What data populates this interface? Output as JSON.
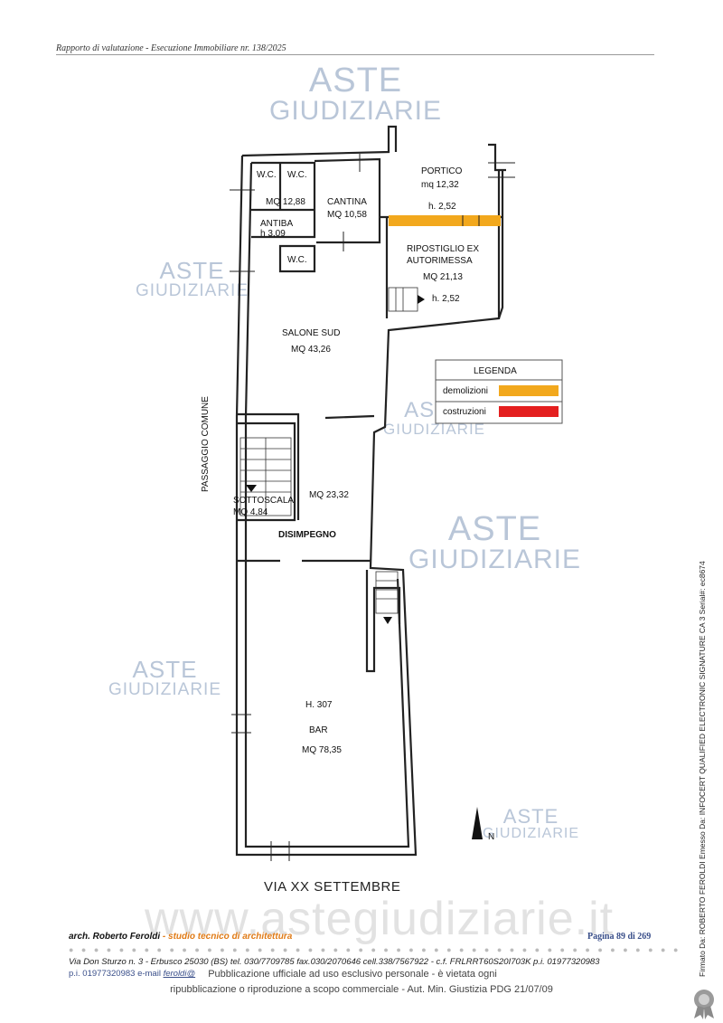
{
  "header": {
    "title": "Rapporto di valutazione - Esecuzione Immobiliare nr. 138/2025"
  },
  "watermark": {
    "line1": "ASTE",
    "line2": "GIUDIZIARIE",
    "url": "www.astegiudiziarie.it"
  },
  "plan": {
    "rooms": {
      "wc1": "W.C.",
      "wc2": "W.C.",
      "wc_area": "MQ 12,88",
      "antiba": "ANTIBA",
      "antiba_h": "h 3,09",
      "wc3": "W.C.",
      "cantina": "CANTINA",
      "cantina_area": "MQ 10,58",
      "portico": "PORTICO",
      "portico_area": "mq 12,32",
      "portico_h": "h. 2,52",
      "ripostiglio1": "RIPOSTIGLIO EX",
      "ripostiglio2": "AUTORIMESSA",
      "ripostiglio_area": "MQ 21,13",
      "ripostiglio_h": "h. 2,52",
      "salone": "SALONE SUD",
      "salone_area": "MQ 43,26",
      "sottoscala": "SOTTOSCALA",
      "sottoscala_area": "MQ 4,84",
      "disimpegno_area": "MQ 23,32",
      "disimpegno": "DISIMPEGNO",
      "bar_h": "H. 307",
      "bar": "BAR",
      "bar_area": "MQ 78,35"
    },
    "side_label": "PASSAGGIO COMUNE",
    "street": "VIA XX SETTEMBRE",
    "north": "N"
  },
  "legend": {
    "title": "LEGENDA",
    "items": [
      {
        "label": "demolizioni",
        "color": "#f2a81d"
      },
      {
        "label": "costruzioni",
        "color": "#e41f1f"
      }
    ]
  },
  "footer": {
    "name": "arch. Roberto Feroldi",
    "studio": " - studio tecnico di architettura",
    "page": "Pagina 89 di 269",
    "dots": "● ● ● ● ● ● ● ● ● ● ● ● ● ● ● ● ● ● ● ● ● ● ● ● ● ● ● ● ● ● ● ● ● ● ● ● ● ● ● ● ● ● ● ● ● ● ● ● ● ● ● ● ● ● ● ● ● ● ● ● ● ● ● ● ● ● ● ● ●",
    "address": "Via Don Sturzo n. 3 - Erbusco  25030  (BS) tel. 030/7709785  fax.030/2070646 cell.338/7567922 - c.f. FRLRRT60S20I703K p.i. 01977320983",
    "pi": "p.i. 01977320983 e-mail",
    "email": "feroldi@",
    "publication1": "Pubblicazione ufficiale ad uso esclusivo personale - è vietata ogni",
    "publication2": "ripubblicazione o riproduzione a scopo commerciale - Aut. Min. Giustizia PDG 21/07/09"
  },
  "signature": "Firmato Da: ROBERTO FEROLDI Emesso Da: INFOCERT QUALIFIED ELECTRONIC SIGNATURE CA 3 Serial#: ec8674"
}
